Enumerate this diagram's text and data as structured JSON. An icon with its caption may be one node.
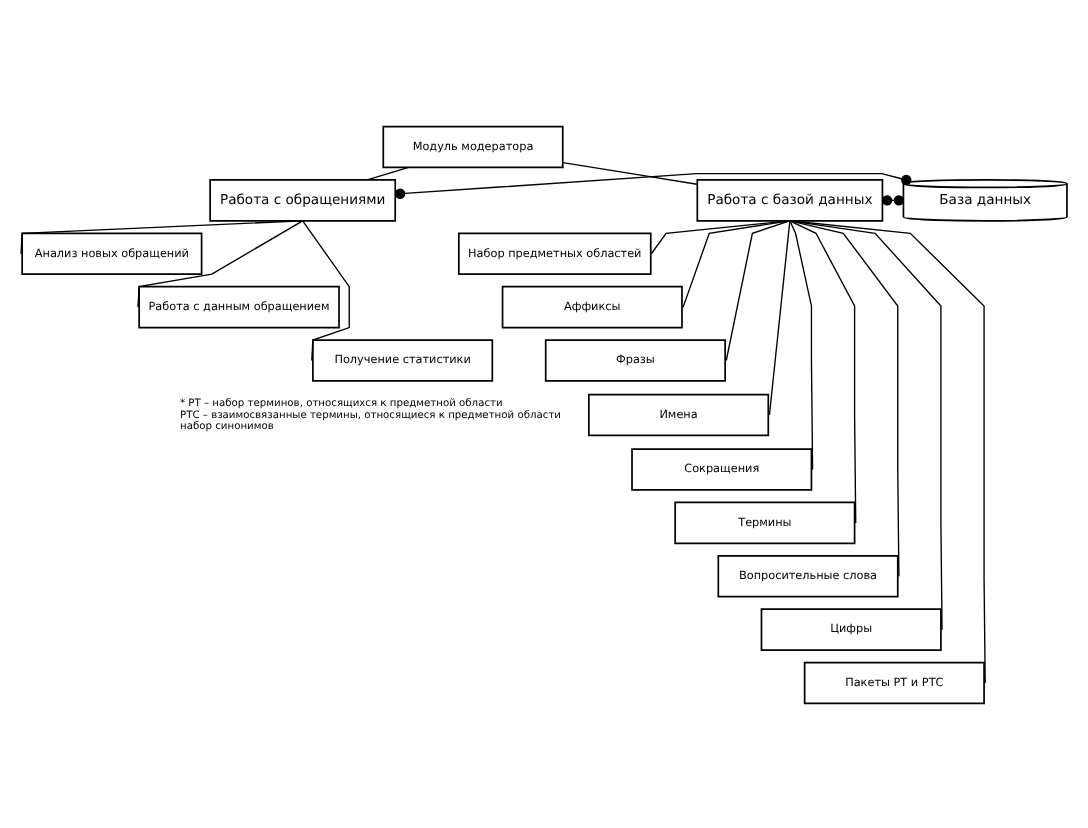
{
  "diagram": {
    "nodes": [
      {
        "text": [
          "Модуль модератора"
        ]
      },
      {
        "text": [
          "Работа с обращениями"
        ]
      },
      {
        "text": [
          "База данных"
        ]
      },
      {
        "text": [
          "Работа с базой данных"
        ]
      },
      {
        "text": [
          "Анализ новых обращений"
        ]
      },
      {
        "text": [
          "Работа с данным обращением"
        ]
      },
      {
        "text": [
          "Получение статистики"
        ]
      },
      {
        "text": [
          "Набор предметных областей"
        ]
      },
      {
        "text": [
          "Аффиксы"
        ]
      },
      {
        "text": [
          "Фразы"
        ]
      },
      {
        "text": [
          "Имена"
        ]
      },
      {
        "text": [
          "Сокращения"
        ]
      },
      {
        "text": [
          "Термины"
        ]
      },
      {
        "text": [
          "Вопросительные слова"
        ]
      },
      {
        "text": [
          "Цифры"
        ]
      },
      {
        "text": [
          "Пакеты РТ и РТС"
        ]
      }
    ],
    "edges": [
      {
        "from": 0,
        "to": 1,
        "arrow": "none"
      },
      {
        "from": 0,
        "to": 3,
        "arrow": "none"
      },
      {
        "from": 1,
        "to": 2,
        "arrow": "other"
      },
      {
        "from": 2,
        "to": 3,
        "arrow": "other"
      },
      {
        "from": 1,
        "to": 4,
        "arrow": "none"
      },
      {
        "from": 1,
        "to": 5,
        "arrow": "none"
      },
      {
        "from": 1,
        "to": 6,
        "arrow": "none"
      },
      {
        "from": 3,
        "to": 7,
        "arrow": "none"
      },
      {
        "from": 3,
        "to": 8,
        "arrow": "none"
      },
      {
        "from": 3,
        "to": 9,
        "arrow": "none"
      },
      {
        "from": 3,
        "to": 10,
        "arrow": "none"
      },
      {
        "from": 3,
        "to": 11,
        "arrow": "none"
      },
      {
        "from": 3,
        "to": 12,
        "arrow": "none"
      },
      {
        "from": 3,
        "to": 13,
        "arrow": "none"
      },
      {
        "from": 3,
        "to": 14,
        "arrow": "none"
      },
      {
        "from": 3,
        "to": 15,
        "arrow": "none"
      }
    ],
    "labels": [
      "* РТ – набор терминов, относящихся к предметной области",
      "РТС – взаимосвязанные термины, относящиеся к предметной области",
      "набор синонимов"
    ]
  }
}
